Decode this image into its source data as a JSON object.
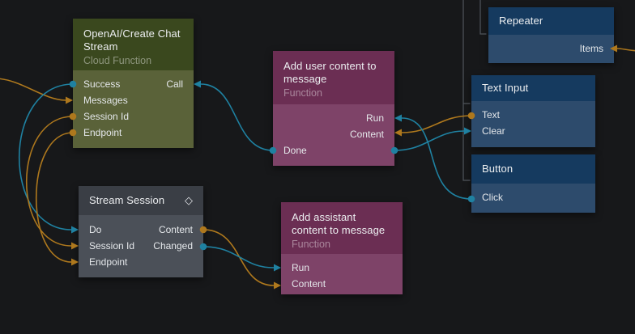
{
  "app": {
    "description": "Node graph editor canvas"
  },
  "colors": {
    "orange": "#ae781d",
    "cyan": "#1f81a1",
    "bracket": "#50555c",
    "background": "#17181a",
    "node_cloud_function": "#3a481e",
    "node_function": "#6b2e53",
    "node_visual": "#153a5f",
    "node_logic": "#3a3e45"
  },
  "nodes": {
    "openai": {
      "title": "OpenAI/Create Chat Stream",
      "subtitle": "Cloud Function",
      "rows": [
        {
          "left": "Success",
          "right": "Call"
        },
        {
          "left": "Messages"
        },
        {
          "left": "Session Id"
        },
        {
          "left": "Endpoint"
        }
      ]
    },
    "add_user": {
      "title": "Add user content to message",
      "subtitle": "Function",
      "rows": [
        {
          "right": "Run"
        },
        {
          "right": "Content"
        },
        {
          "left": "Done"
        }
      ]
    },
    "repeater": {
      "title": "Repeater",
      "rows": [
        {
          "right": "Items"
        }
      ]
    },
    "text_input": {
      "title": "Text Input",
      "rows": [
        {
          "left": "Text"
        },
        {
          "left": "Clear"
        }
      ]
    },
    "button": {
      "title": "Button",
      "rows": [
        {
          "left": "Click"
        }
      ]
    },
    "stream_session": {
      "title": "Stream Session",
      "icon": "◇",
      "rows": [
        {
          "left": "Do",
          "right": "Content"
        },
        {
          "left": "Session Id",
          "right": "Changed"
        },
        {
          "left": "Endpoint"
        }
      ]
    },
    "add_assistant": {
      "title": "Add assistant content to message",
      "subtitle": "Function",
      "rows": [
        {
          "left": "Run"
        },
        {
          "left": "Content"
        }
      ]
    }
  },
  "connections": [
    {
      "from": "offscreen-left",
      "to": "OpenAI/Create Chat Stream.Messages",
      "color": "orange"
    },
    {
      "from": "OpenAI/Create Chat Stream.Success",
      "to": "Stream Session.Do",
      "color": "cyan"
    },
    {
      "from": "OpenAI/Create Chat Stream.Session Id",
      "to": "Stream Session.Session Id",
      "color": "orange"
    },
    {
      "from": "OpenAI/Create Chat Stream.Endpoint",
      "to": "Stream Session.Endpoint",
      "color": "orange"
    },
    {
      "from": "Add user content to message.Done",
      "to": "OpenAI/Create Chat Stream.Call",
      "color": "cyan"
    },
    {
      "from": "Add user content to message.Done",
      "to": "Text Input.Clear",
      "color": "cyan"
    },
    {
      "from": "Text Input.Text",
      "to": "Add user content to message.Content",
      "color": "orange"
    },
    {
      "from": "Button.Click",
      "to": "Add user content to message.Run",
      "color": "cyan"
    },
    {
      "from": "Stream Session.Content",
      "to": "Add assistant content to message.Content",
      "color": "orange"
    },
    {
      "from": "Stream Session.Changed",
      "to": "Add assistant content to message.Run",
      "color": "cyan"
    },
    {
      "from": "offscreen-right",
      "to": "Repeater.Items",
      "color": "orange"
    }
  ],
  "hierarchy_connectors": [
    {
      "child": "Repeater",
      "parent": "offscreen-top"
    },
    {
      "children": [
        "Text Input",
        "Button"
      ],
      "parent": "offscreen-top"
    }
  ]
}
